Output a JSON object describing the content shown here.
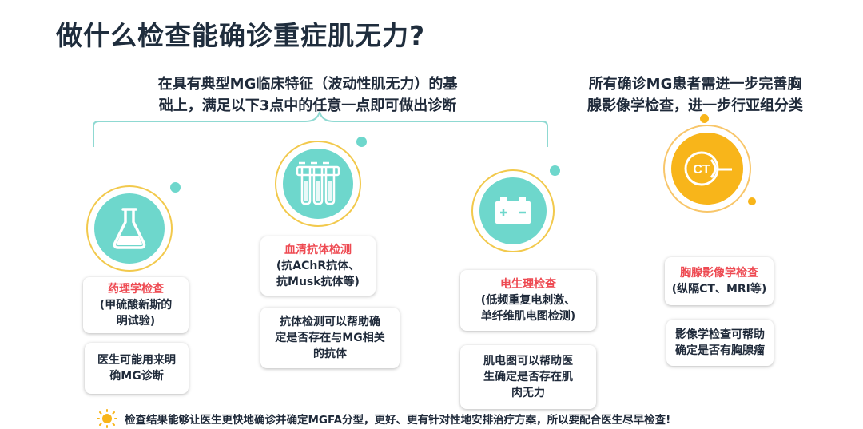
{
  "title": "做什么检查能确诊重症肌无力?",
  "intro_left": {
    "line1": "在具有典型MG临床特征（波动性肌无力）的基",
    "line2": "础上，满足以下3点中的任意一点即可做出诊断"
  },
  "intro_right": {
    "line1": "所有确诊MG患者需进一步完善胸",
    "line2": "腺影像学检查，进一步行亚组分类"
  },
  "items": {
    "pharmacology": {
      "icon": "flask-icon",
      "name": "药理学检查",
      "detail1": "(甲硫酸新斯的",
      "detail2": "明试验)",
      "note1": "医生可能用来明",
      "note2": "确MG诊断"
    },
    "serum": {
      "icon": "test-tubes-icon",
      "name": "血清抗体检测",
      "detail1": "(抗AChR抗体、",
      "detail2": "抗Musk抗体等)",
      "note1": "抗体检测可以帮助确",
      "note2": "定是否存在与MG相关",
      "note3": "的抗体"
    },
    "electro": {
      "icon": "battery-icon",
      "name": "电生理检查",
      "detail1": "(低频重复电刺激、",
      "detail2": "单纤维肌电图检测)",
      "note1": "肌电图可以帮助医",
      "note2": "生确定是否存在肌",
      "note3": "肉无力"
    },
    "chest": {
      "icon": "ct-scanner-icon",
      "icon_text": "CT",
      "name": "胸腺影像学检查",
      "detail1": "(纵隔CT、MRI等)",
      "note1": "影像学检查可帮助",
      "note2": "确定是否有胸腺瘤"
    }
  },
  "footer": {
    "icon": "sun-icon",
    "text": "检查结果能够让医生更快地确诊并确定MGFA分型，更好、更有针对性地安排治疗方案，所以要配合医生尽早检查!"
  },
  "colors": {
    "teal": "#6ed7cc",
    "orange": "#f8b51a",
    "ring": "#f2c94c",
    "accent_red": "#ee4a52"
  }
}
